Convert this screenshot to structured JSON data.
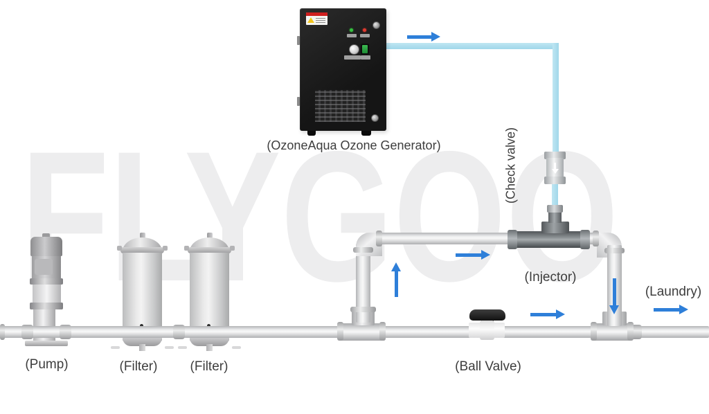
{
  "watermark": "FLYGOO",
  "labels": {
    "generator": "(OzoneAqua Ozone Generator)",
    "check_valve": "(Check valve)",
    "injector": "(Injector)",
    "laundry": "(Laundry)",
    "pump": "(Pump)",
    "filter_1": "(Filter)",
    "filter_2": "(Filter)",
    "ball_valve": "(Ball Valve)"
  },
  "colors": {
    "flow_arrow_blue": "#2e7fd9",
    "ozone_tube_blue": "#a9dcec",
    "watermark_gray": "#ededee",
    "label_text": "#3d3d3d",
    "generator_body_black": "#1a1a1a",
    "generator_switch_green": "#2fae46",
    "generator_led_green": "#35c13f",
    "generator_led_red": "#e03a2f",
    "pipe_gray": "#e8e9ea",
    "injector_dark_gray": "#5a5e61"
  },
  "flow_arrows": [
    {
      "location": "ozone-tube-from-generator",
      "direction": "right"
    },
    {
      "location": "riser-to-upper-loop",
      "direction": "up"
    },
    {
      "location": "upper-loop-toward-injector",
      "direction": "right"
    },
    {
      "location": "lower-pipe-after-ball-valve",
      "direction": "right"
    },
    {
      "location": "downcomer-after-injector",
      "direction": "down"
    },
    {
      "location": "outlet-to-laundry",
      "direction": "right"
    }
  ]
}
